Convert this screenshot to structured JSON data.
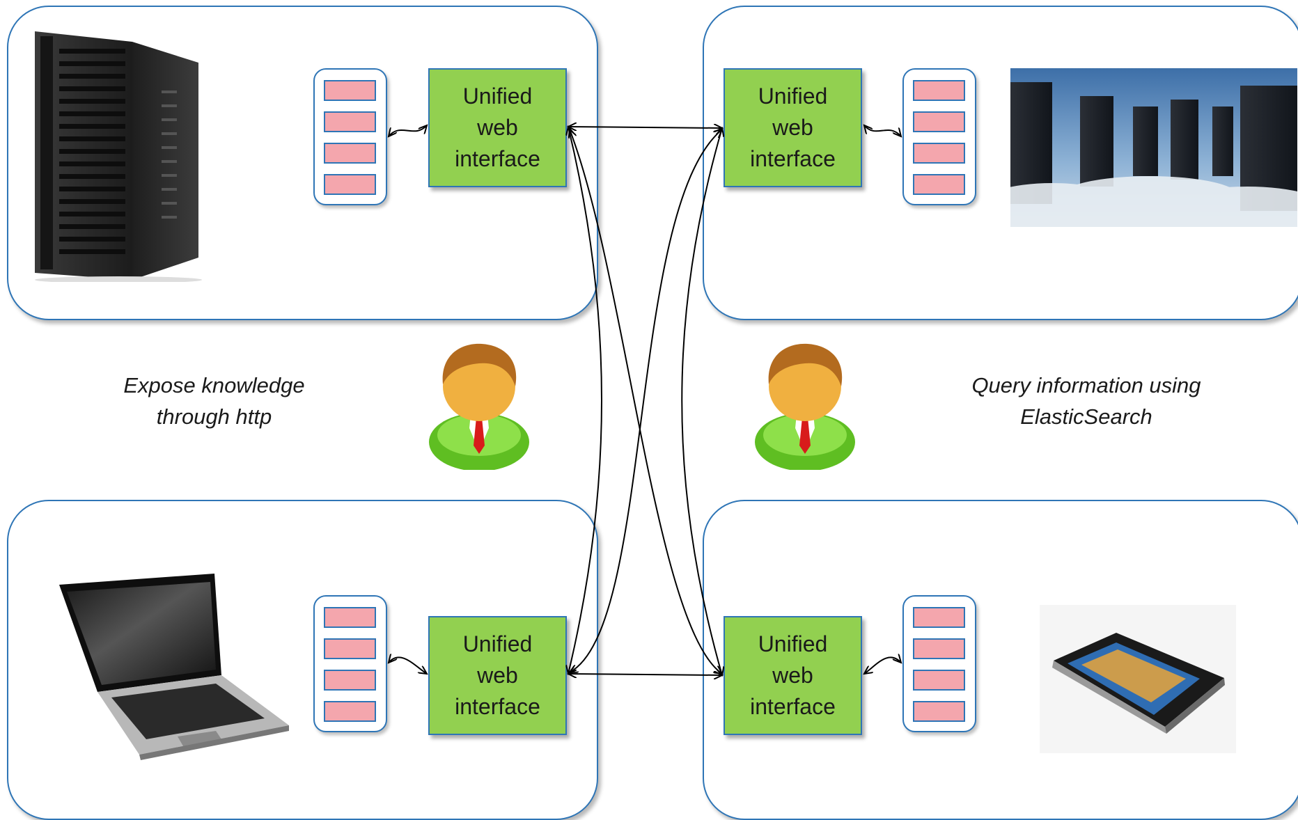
{
  "interface_label": "Unified\nweb\ninterface",
  "captions": {
    "left": "Expose knowledge\nthrough http",
    "right": "Query information using\nElasticSearch"
  },
  "nodes": [
    {
      "id": "top-left",
      "device": "tower-server-icon"
    },
    {
      "id": "top-right",
      "device": "cloud-datacenter-image"
    },
    {
      "id": "bottom-left",
      "device": "laptop-icon"
    },
    {
      "id": "bottom-right",
      "device": "smartphone-icon"
    }
  ],
  "users": [
    "user-icon",
    "user-icon"
  ],
  "colors": {
    "panel_border": "#2e75b6",
    "interface_fill": "#92d050",
    "slot_fill": "#f4a6ad",
    "arrow": "#000000"
  }
}
